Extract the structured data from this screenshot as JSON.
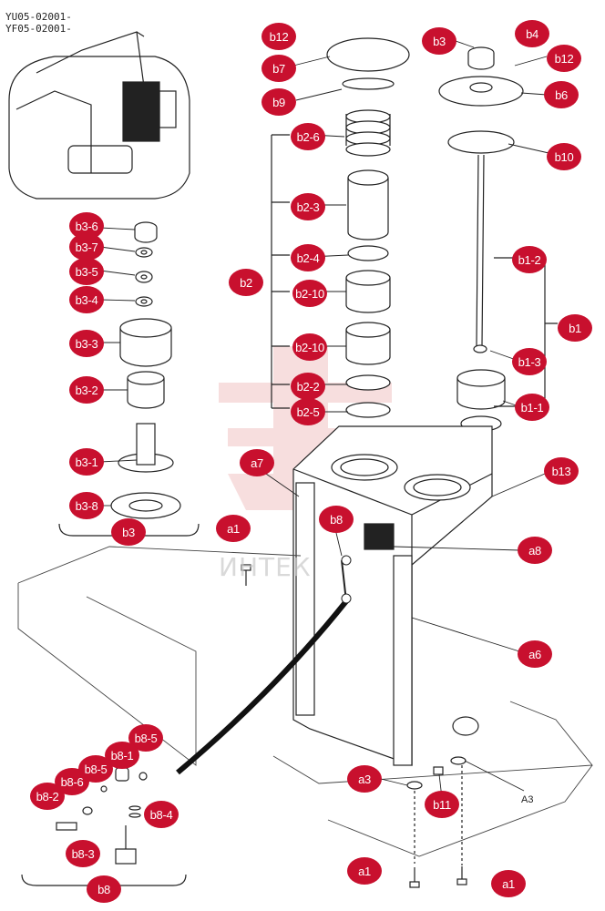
{
  "models": [
    "YU05-02001-",
    "YF05-02001-"
  ],
  "watermark_text": "ИНТЕК",
  "plain_labels": {
    "a3_small": "A3"
  },
  "callouts": {
    "b12_top": "b12",
    "b7": "b7",
    "b9": "b9",
    "b3_top": "b3",
    "b4": "b4",
    "b12_right": "b12",
    "b6": "b6",
    "b10": "b10",
    "b2_6": "b2-6",
    "b2_3": "b2-3",
    "b2_4": "b2-4",
    "b2": "b2",
    "b2_10a": "b2-10",
    "b2_10b": "b2-10",
    "b2_2": "b2-2",
    "b2_5": "b2-5",
    "b1_2": "b1-2",
    "b1": "b1",
    "b1_3": "b1-3",
    "b1_1": "b1-1",
    "b3_6": "b3-6",
    "b3_7": "b3-7",
    "b3_5": "b3-5",
    "b3_4": "b3-4",
    "b3_3": "b3-3",
    "b3_2": "b3-2",
    "b3_1": "b3-1",
    "b3_8": "b3-8",
    "b3_group": "b3",
    "a7": "a7",
    "b13": "b13",
    "a1_mid": "a1",
    "b8_top": "b8",
    "a8": "a8",
    "a6": "a6",
    "b8_5a": "b8-5",
    "b8_5b": "b8-5",
    "b8_1": "b8-1",
    "b8_6": "b8-6",
    "b8_2": "b8-2",
    "b8_4": "b8-4",
    "b8_3": "b8-3",
    "b8_group": "b8",
    "a3": "a3",
    "b11": "b11",
    "a1_bl": "a1",
    "a1_br": "a1"
  },
  "colors": {
    "callout": "#c8102e",
    "line": "#1a1a1a",
    "watermark": "#e8a0a0"
  }
}
